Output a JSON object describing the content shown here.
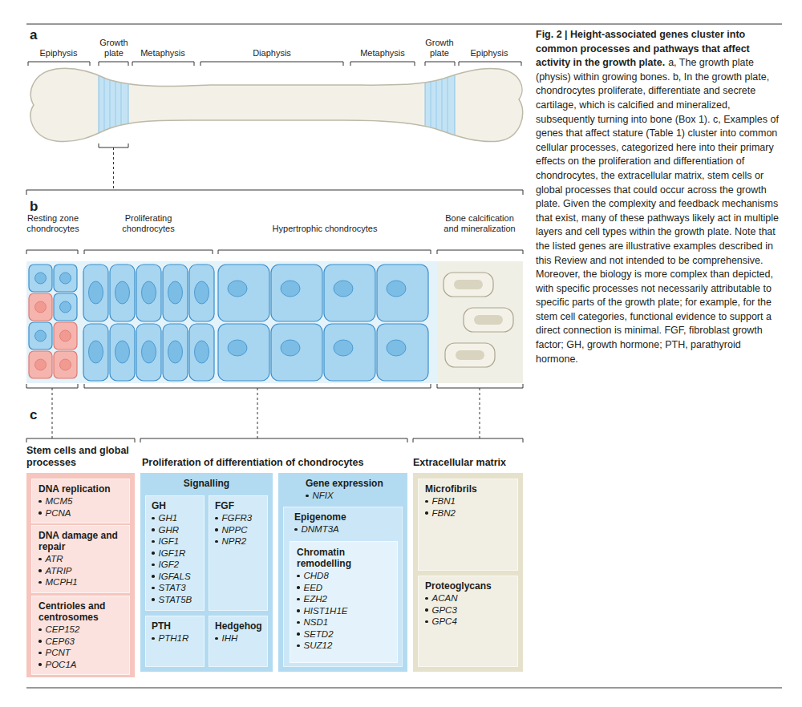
{
  "diagram": {
    "title": "Fig. 2 | Height-associated genes cluster into common processes and pathways that affect activity in the growth plate.",
    "caption": "a, The growth plate (physis) within growing bones. b, In the growth plate, chondrocytes proliferate, differentiate and secrete cartilage, which is calcified and mineralized, subsequently turning into bone (Box 1). c, Examples of genes that affect stature (Table 1) cluster into common cellular processes, categorized here into their primary effects on the proliferation and differentiation of chondrocytes, the extracellular matrix, stem cells or global processes that could occur across the growth plate. Given the complexity and feedback mechanisms that exist, many of these pathways likely act in multiple layers and cell types within the growth plate. Note that the listed genes are illustrative examples described in this Review and not intended to be comprehensive. Moreover, the biology is more complex than depicted, with specific processes not necessarily attributable to specific parts of the growth plate; for example, for the stem cell categories, functional evidence to support a direct connection is minimal. FGF, fibroblast growth factor; GH, growth hormone; PTH, parathyroid hormone.",
    "nodes": [
      {
        "text": [
          "Stem cells and global processes"
        ]
      },
      {
        "text": [
          "DNA replication",
          "MCM5",
          "PCNA"
        ],
        "in": 0
      },
      {
        "text": [
          "DNA damage and repair",
          "ATR",
          "ATRIP",
          "MCPH1"
        ],
        "in": 0
      },
      {
        "text": [
          "Centrioles and centrosomes",
          "CEP152",
          "CEP63",
          "PCNT",
          "POC1A"
        ],
        "in": 0
      },
      {
        "text": [
          "Signalling"
        ]
      },
      {
        "text": [
          "GH",
          "GH1",
          "GHR",
          "IGF1",
          "IGF1R",
          "IGF2",
          "IGFALS",
          "STAT3",
          "STAT5B"
        ],
        "in": 4
      },
      {
        "text": [
          "FGF",
          "FGFR3",
          "NPPC",
          "NPR2"
        ],
        "in": 4
      },
      {
        "text": [
          "PTH",
          "PTH1R"
        ],
        "in": 4
      },
      {
        "text": [
          "Hedgehog",
          "IHH"
        ],
        "in": 4
      },
      {
        "text": [
          "Gene expression",
          "NFIX"
        ]
      },
      {
        "text": [
          "Epigenome",
          "DNMT3A"
        ],
        "in": 9
      },
      {
        "text": [
          "Chromatin remodelling",
          "CHD8",
          "EED",
          "EZH2",
          "HIST1H1E",
          "NSD1",
          "SETD2",
          "SUZ12"
        ],
        "in": 10
      },
      {
        "text": [
          "Extracellular matrix"
        ]
      },
      {
        "text": [
          "Microfibrils",
          "FBN1",
          "FBN2"
        ],
        "in": 12
      },
      {
        "text": [
          "Proteoglycans",
          "ACAN",
          "GPC3",
          "GPC4"
        ],
        "in": 12
      }
    ],
    "labels": [
      "a",
      "Epiphysis",
      "Growth plate",
      "Metaphysis",
      "Diaphysis",
      "Metaphysis",
      "Growth plate",
      "Epiphysis",
      "b",
      "Resting zone chondrocytes",
      "Proliferating chondrocytes",
      "Hypertrophic chondrocytes",
      "Bone calcification and mineralization",
      "c",
      "Proliferation of differentiation of chondrocytes"
    ]
  }
}
